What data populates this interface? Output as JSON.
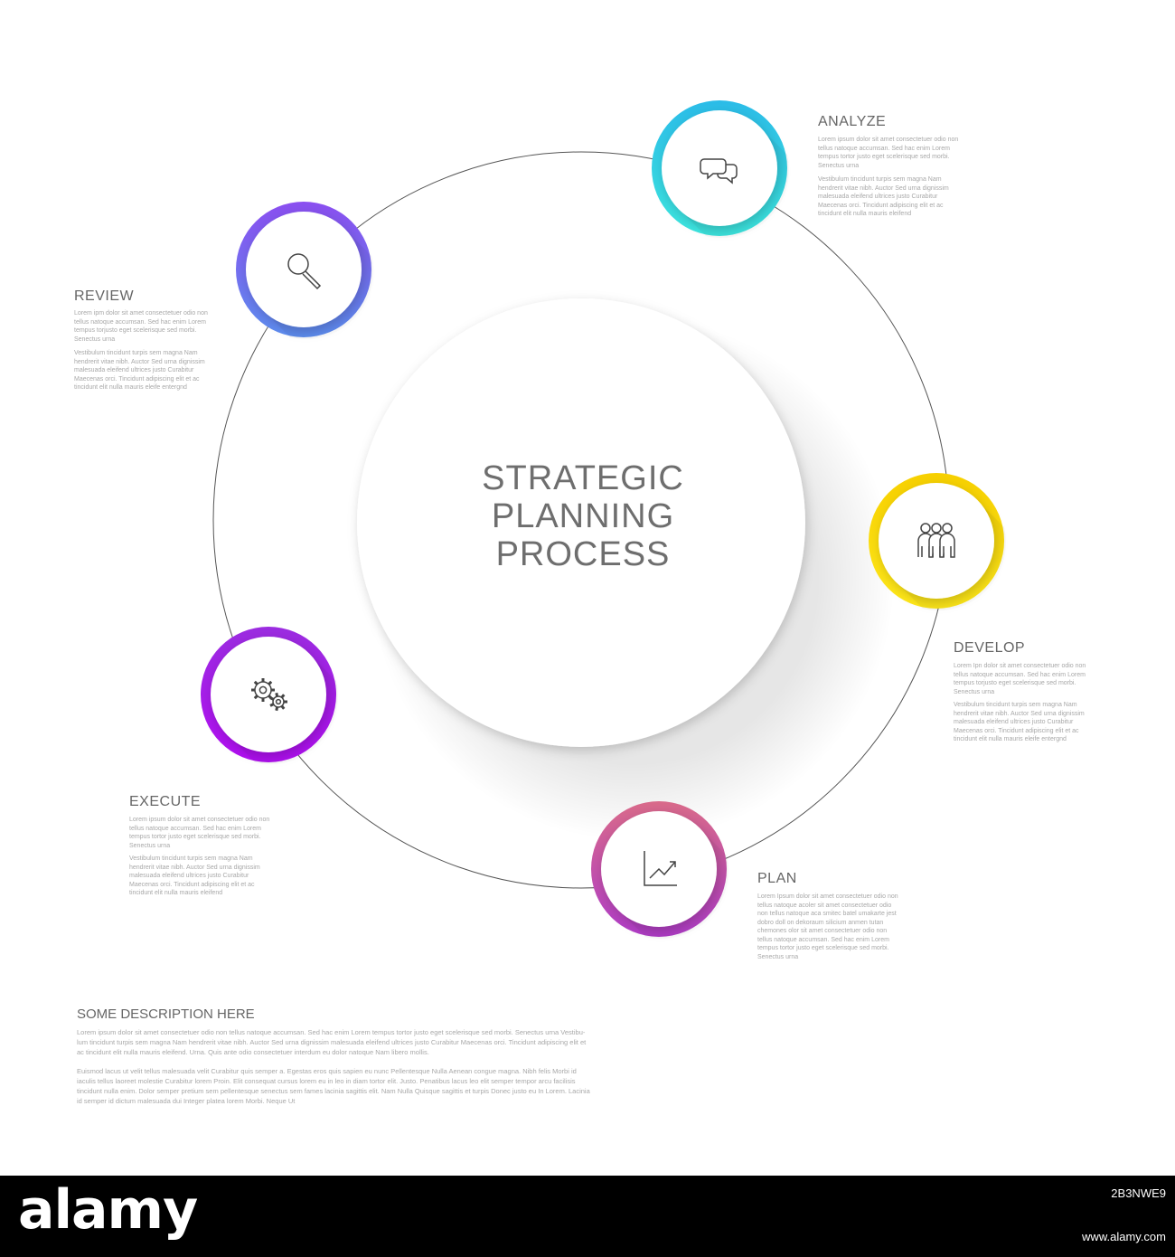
{
  "center_title": "STRATEGIC\nPLANNING\nPROCESS",
  "steps": [
    {
      "title": "ANALYZE",
      "icon": "speech-bubbles-icon",
      "color_top": "#2bbce8",
      "color_bottom": "#3de6df",
      "body1": "Lorem ipsum dolor sit amet consectetuer odio non\ntellus natoque accumsan. Sed hac enim Lorem\ntempus tortor justo eget scelerisque sed morbi.\nSenectus urna",
      "body2": "Vestibulum tincidunt turpis sem magna Nam\nhendrerit vitae nibh. Auctor Sed urna dignissim\nmalesuada eleifend ultrices justo Curabitur\nMaecenas orci. Tincidunt adipiscing elit et ac\ntincidunt elit nulla mauris eleifend"
    },
    {
      "title": "DEVELOP",
      "icon": "team-people-icon",
      "color_top": "#f7d000",
      "color_bottom": "#ffe81a",
      "body1": "Lorem Ipn dolor sit amet consectetuer odio non\ntellus natoque accumsan. Sed hac enim Lorem\ntempus torjusto eget scelerisque sed morbi.\nSenectus urna",
      "body2": "Vestibulum tincidunt turpis sem magna Nam\nhendrerit vitae nibh. Auctor Sed urna dignissim\nmalesuada eleifend ultrices justo Curabitur\nMaecenas orci. Tincidunt adipiscing elit et ac\ntincidunt elit nulla mauris eleife entergnd"
    },
    {
      "title": "PLAN",
      "icon": "growth-chart-icon",
      "color_top": "#d96a8a",
      "color_bottom": "#b03cc8",
      "body1": "Lorem Ipsum dolor sit amet consectetuer odio non\ntellus natoque acoler sit amet consectetuer odio\nnon tellus natoque aca smitec batel umakarte jest\ndobro doll on dekoraum silicium anmen tutan\nchemones olor sit amet consectetuer odio non\ntellus natoque accumsan. Sed hac enim Lorem\ntempus tortor justo eget scelerisque sed morbi.\nSenectus urna",
      "body2": ""
    },
    {
      "title": "EXECUTE",
      "icon": "gears-icon",
      "color_top": "#9b2ce0",
      "color_bottom": "#b10ef2",
      "body1": "Lorem ipsum dolor sit amet consectetuer odio non\ntellus natoque accumsan. Sed hac enim Lorem\ntempus tortor justo eget scelerisque sed morbi.\nSenectus urna",
      "body2": "Vestibulum tincidunt turpis sem magna Nam\nhendrerit vitae nibh. Auctor Sed urna dignissim\nmalesuada eleifend ultrices justo Curabitur\nMaecenas orci. Tincidunt adipiscing elit et ac\ntincidunt elit nulla mauris eleifend"
    },
    {
      "title": "REVIEW",
      "icon": "magnifier-icon",
      "color_top": "#8b4ef0",
      "color_bottom": "#5d8ef0",
      "body1": "Lorem ipm dolor sit amet consectetuer odio non\ntellus natoque accumsan. Sed hac enim Lorem\ntempus torjusto eget scelerisque sed morbi.\nSenectus urna",
      "body2": "Vestibulum tincidunt turpis sem magna Nam\nhendrerit vitae nibh. Auctor Sed urna dignissim\nmalesuada eleifend ultrices justo Curabitur\nMaecenas orci. Tincidunt adipiscing elit et ac\ntincidunt elit nulla mauris eleife entergnd"
    }
  ],
  "description": {
    "title": "SOME DESCRIPTION HERE",
    "para1": "Lorem ipsum dolor sit amet consectetuer odio non tellus natoque accumsan. Sed hac enim Lorem tempus tortor justo eget scelerisque sed morbi. Senectus urna Vestibu-lum tincidunt turpis sem magna Nam hendrerit vitae nibh. Auctor Sed urna dignissim malesuada eleifend ultrices justo Curabitur Maecenas orci. Tincidunt adipiscing elit et ac tincidunt elit nulla mauris eleifend. Urna. Quis ante odio consectetuer interdum eu dolor natoque Nam libero mollis.",
    "para2": "Euismod lacus ut velit tellus malesuada velit Curabitur quis semper a. Egestas eros quis sapien eu nunc Pellentesque Nulla Aenean congue magna. Nibh felis Morbi id iaculis tellus laoreet molestie Curabitur lorem Proin. Elit consequat cursus lorem eu in leo in diam tortor elit. Justo. Penatibus lacus leo elit semper tempor arcu facilisis tincidunt nulla enim. Dolor semper pretium sem pellentesque senectus sem fames lacinia sagittis elit. Nam Nulla Quisque sagittis et turpis Donec justo eu In Lorem. Lacinia id semper id dictum malesuada dui Integer platea lorem Morbi. Neque Ut"
  },
  "footer": {
    "brand": "alamy",
    "stock_id": "2B3NWE9",
    "url": "www.alamy.com"
  }
}
